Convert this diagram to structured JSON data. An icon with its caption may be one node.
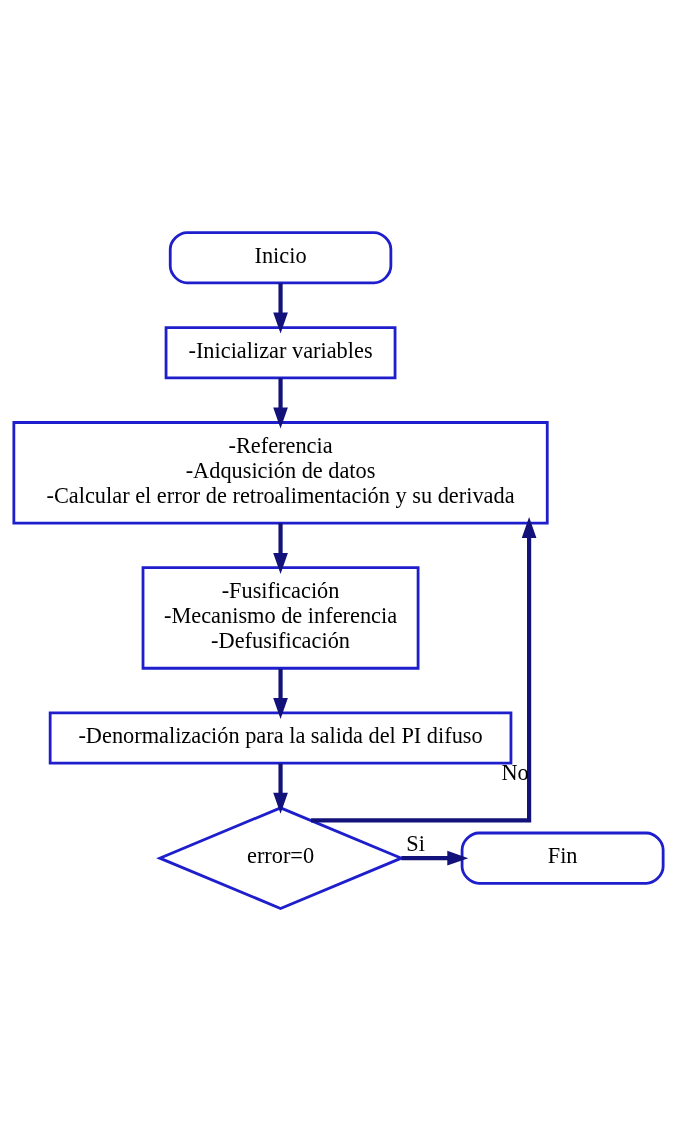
{
  "diagram": {
    "nodes": [
      {
        "text": [
          "Inicio"
        ]
      },
      {
        "text": [
          "-Inicializar variables"
        ]
      },
      {
        "text": [
          "-Referencia",
          "-Adqusición de datos",
          "-Calcular el error de retroalimentación y su derivada"
        ]
      },
      {
        "text": [
          "-Fusificación",
          "-Mecanismo de inferencia",
          "-Defusificación"
        ]
      },
      {
        "text": [
          "-Denormalización para la salida del PI difuso"
        ]
      },
      {
        "text": [
          "error=0"
        ]
      },
      {
        "text": [
          "Fin"
        ]
      }
    ],
    "edges": [
      {
        "from": 0,
        "to": 1,
        "arrow": "to"
      },
      {
        "from": 1,
        "to": 2,
        "arrow": "to"
      },
      {
        "from": 2,
        "to": 3,
        "arrow": "to"
      },
      {
        "from": 3,
        "to": 4,
        "arrow": "to"
      },
      {
        "from": 4,
        "to": 5,
        "arrow": "to"
      },
      {
        "from": 5,
        "to": 6,
        "label": "Si",
        "arrow": "to"
      },
      {
        "from": 5,
        "to": 2,
        "label": "No",
        "arrow": "to"
      }
    ]
  }
}
